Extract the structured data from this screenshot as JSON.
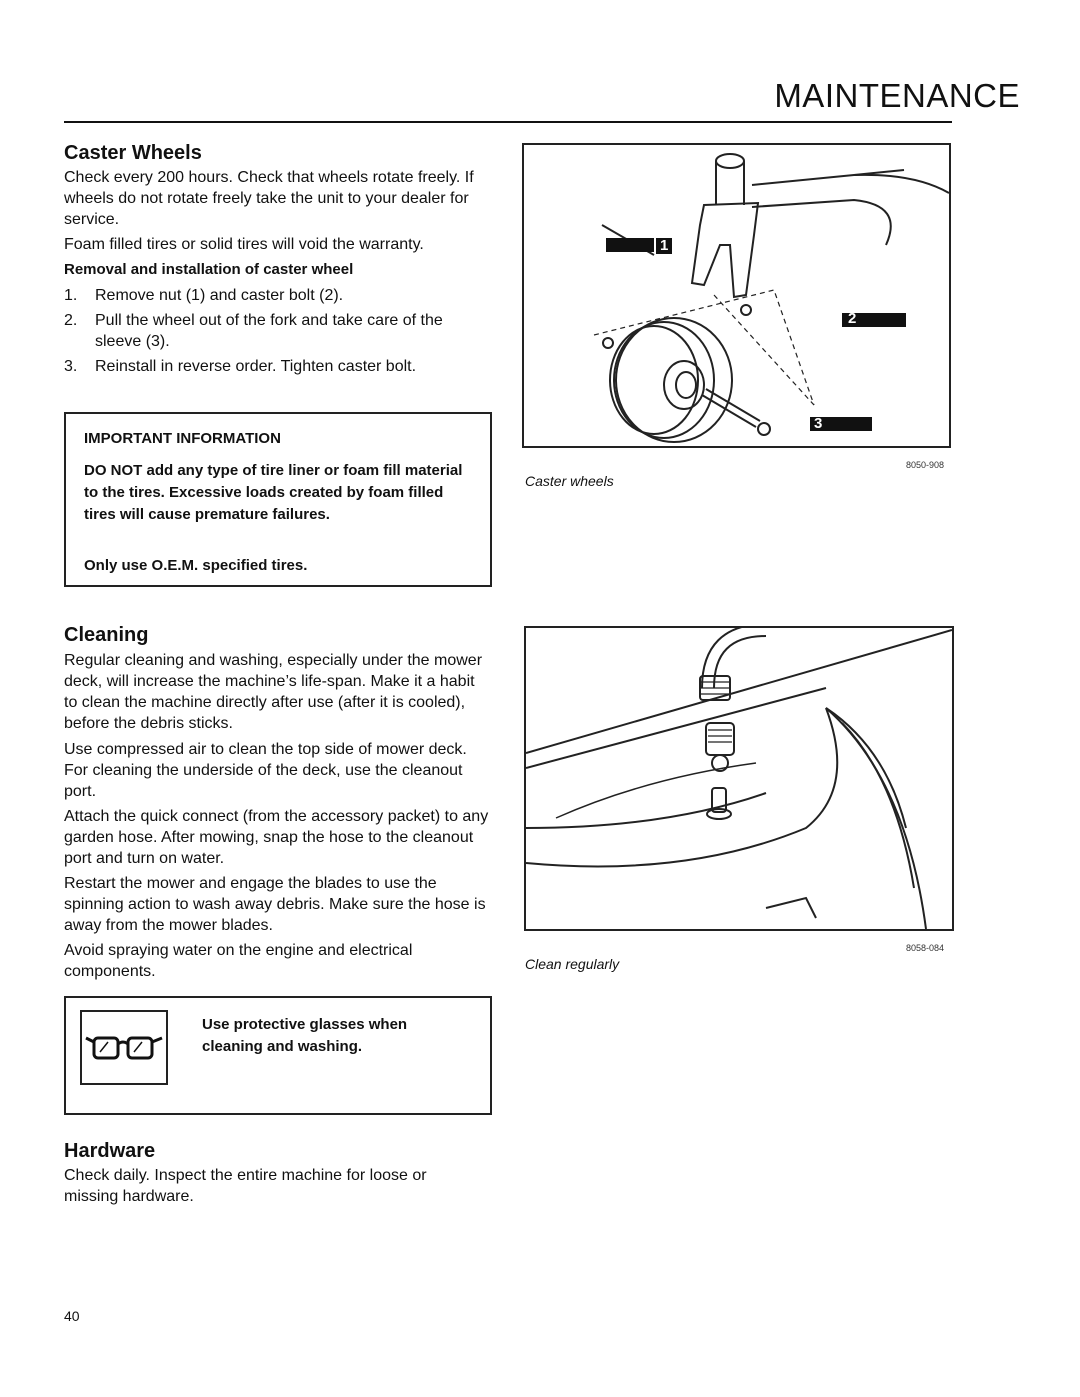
{
  "header": {
    "title": "MAINTENANCE"
  },
  "caster": {
    "heading": "Caster Wheels",
    "p1": "Check every 200 hours. Check that wheels rotate freely. If wheels do not rotate freely take the unit to your dealer for service.",
    "p2": "Foam filled tires or solid tires will void the warranty.",
    "subheading": "Removal and installation of caster wheel",
    "steps": [
      {
        "num": "1.",
        "text": "Remove nut (1) and caster bolt (2)."
      },
      {
        "num": "2.",
        "text": "Pull the wheel out of the fork and take care of the sleeve (3)."
      },
      {
        "num": "3.",
        "text": "Reinstall in reverse order. Tighten caster bolt."
      }
    ],
    "important": {
      "title": "IMPORTANT INFORMATION",
      "body": "DO NOT add any type of tire liner or foam fill material to the tires. Excessive loads created by foam filled tires will cause premature failures.",
      "note": "Only use O.E.M. specified tires."
    },
    "figure": {
      "caption": "Caster wheels",
      "code": "8050-908",
      "callouts": [
        "1",
        "2",
        "3"
      ]
    }
  },
  "cleaning": {
    "heading": "Cleaning",
    "paragraphs": [
      "Regular cleaning and washing, especially under the mower deck, will increase the machine’s life-span. Make it a habit to clean the machine directly after use (after it is cooled), before the debris sticks.",
      "Use compressed air to clean the top side of mower deck. For cleaning the underside of the deck, use the cleanout port.",
      "Attach the quick connect (from the accessory packet) to any garden hose. After mowing, snap the hose to the cleanout port and turn on water.",
      "Restart the mower and engage the blades to use the spinning action to wash away debris. Make sure the hose is away from the mower blades.",
      "Avoid spraying water on the engine and electrical components."
    ],
    "warning": "Use protective glasses when cleaning and washing.",
    "figure": {
      "caption": "Clean regularly",
      "code": "8058-084"
    }
  },
  "hardware": {
    "heading": "Hardware",
    "p1": "Check daily. Inspect the entire machine for loose or missing hardware."
  },
  "page_number": "40"
}
